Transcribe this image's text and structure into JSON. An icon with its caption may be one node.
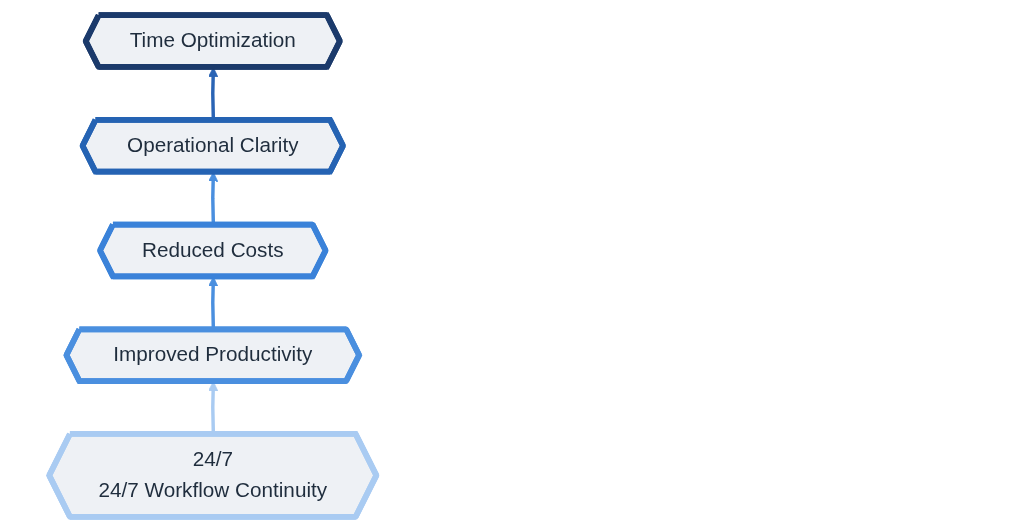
{
  "diagram": {
    "nodes": [
      {
        "text": [
          "Time Optimization"
        ]
      },
      {
        "text": [
          "Operational Clarity"
        ]
      },
      {
        "text": [
          "Reduced Costs"
        ]
      },
      {
        "text": [
          "Improved Productivity"
        ]
      },
      {
        "text": [
          "24/7",
          "24/7 Workflow Continuity"
        ]
      }
    ],
    "edges": [
      {
        "from": 1,
        "to": 0,
        "arrow": "to",
        "color": "#2a64b5"
      },
      {
        "from": 2,
        "to": 1,
        "arrow": "to"
      },
      {
        "from": 3,
        "to": 2,
        "arrow": "to"
      },
      {
        "from": 4,
        "to": 3,
        "arrow": "to",
        "color": "#a9cbf2"
      }
    ]
  }
}
